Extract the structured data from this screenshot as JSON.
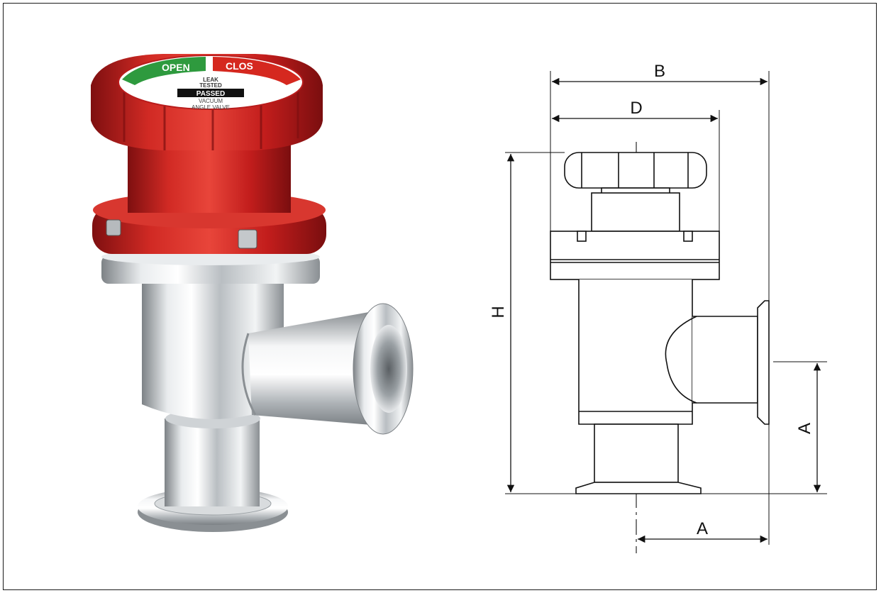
{
  "photo": {
    "knob_label_open": "OPEN",
    "knob_label_close": "CLOS",
    "knob_line1": "LEAK",
    "knob_line2": "TESTED",
    "knob_line3": "PASSED",
    "knob_line4": "VACUUM",
    "knob_line5": "ANGLE VALVE"
  },
  "drawing": {
    "dim_b": "B",
    "dim_d": "D",
    "dim_h": "H",
    "dim_a_vertical": "A",
    "dim_a_horizontal": "A"
  },
  "colors": {
    "handle_red": "#c81e1e",
    "steel": "#cfd3d6",
    "open_green": "#2e9a3e",
    "line": "#111111"
  }
}
